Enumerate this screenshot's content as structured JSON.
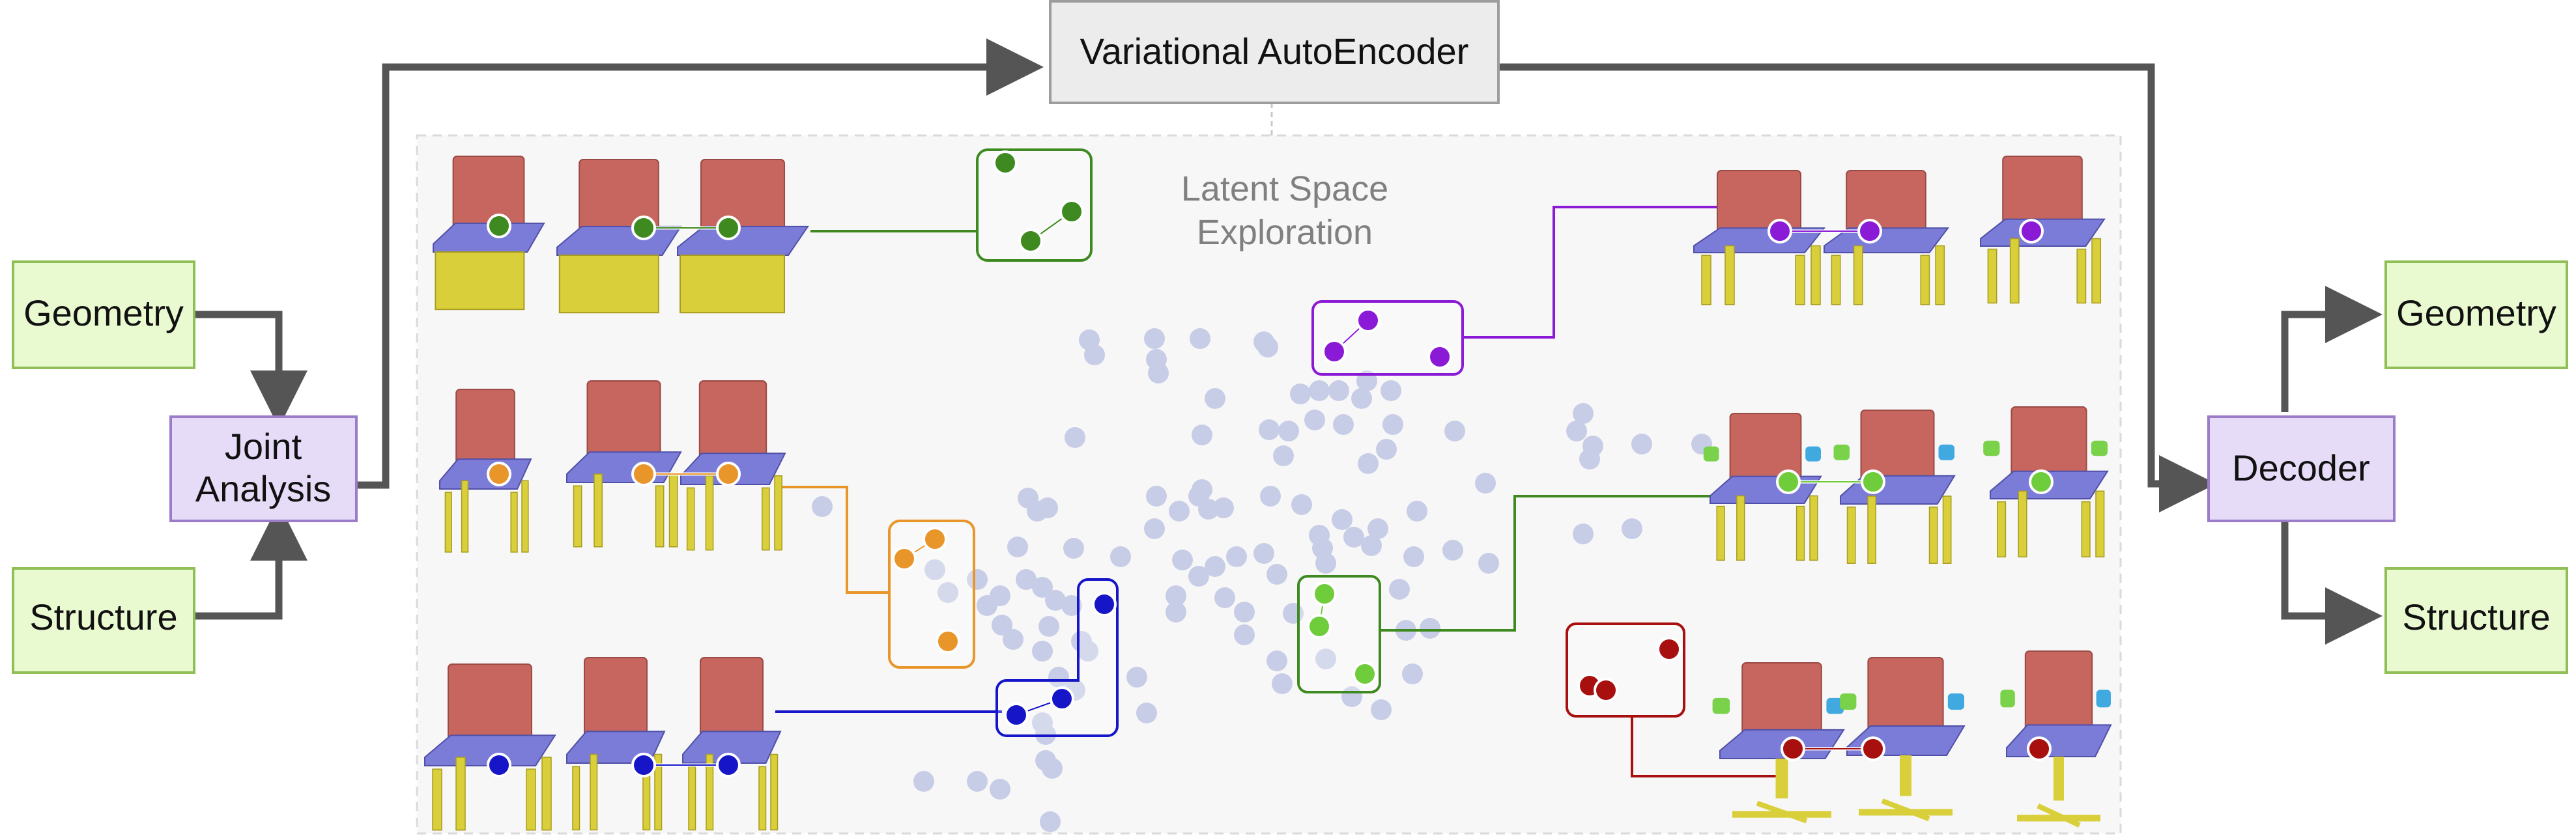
{
  "boxes": {
    "vae": "Variational AutoEncoder",
    "joint_line1": "Joint",
    "joint_line2": "Analysis",
    "decoder": "Decoder",
    "geometry_in": "Geometry",
    "structure_in": "Structure",
    "geometry_out": "Geometry",
    "structure_out": "Structure"
  },
  "latent_space": {
    "line1": "Latent Space",
    "line2": "Exploration"
  },
  "colors": {
    "green_box": "#eafad0",
    "green_border": "#8fbf55",
    "purple_box": "#e6dcf8",
    "purple_border": "#9a7cc9",
    "vae_box": "#ececec",
    "arrow": "#555555",
    "latent_dot": "#c7cde6",
    "seat": "#7b7bd8",
    "back": "#c7665e",
    "base_yellow": "#d9cf3a",
    "accent_green": "#3e8a20",
    "accent_orange": "#e8952a",
    "accent_blue": "#1616c8",
    "accent_purple": "#8a1ad6",
    "accent_lightgreen": "#6fcc3a",
    "accent_red": "#a80f0f",
    "arm_green": "#79d24a",
    "arm_cyan": "#3fa9e0"
  }
}
